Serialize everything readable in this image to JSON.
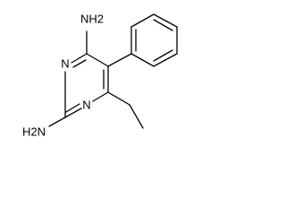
{
  "molecule": {
    "atoms": {
      "nh2_top": "NH2",
      "n3": "N",
      "n1": "N",
      "nh2_bottom": "H2N"
    }
  }
}
